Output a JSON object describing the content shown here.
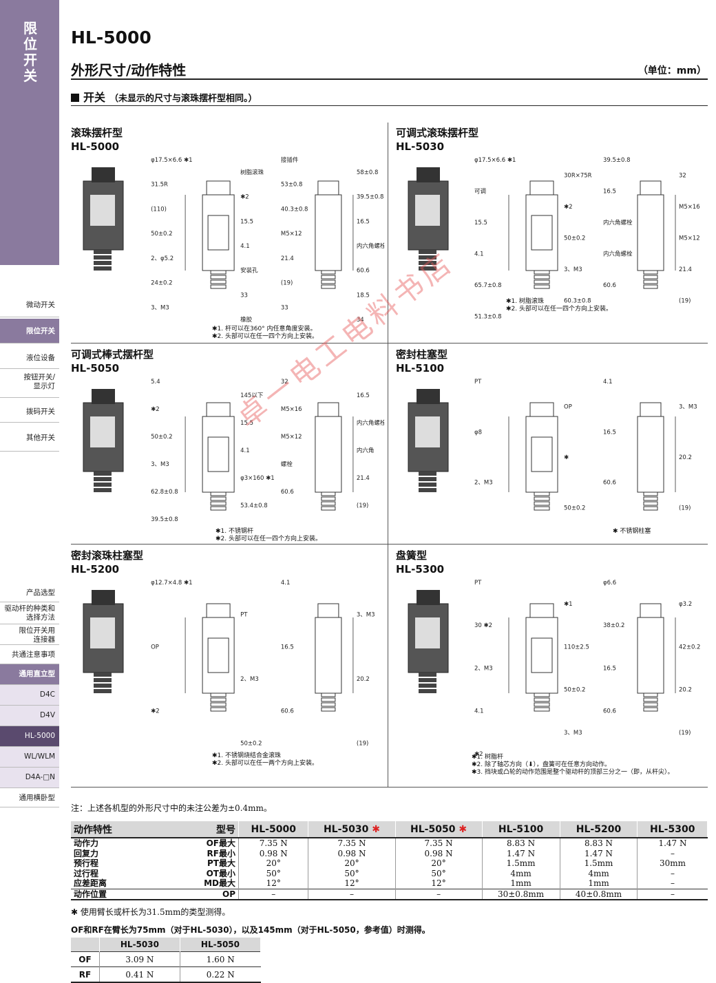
{
  "sidebar": {
    "tab_label": "限位开关",
    "nav_top": [
      "微动开关",
      "限位开关",
      "液位设备",
      "按钮开关/\n显示灯",
      "拨码开关",
      "其他开关"
    ],
    "nav_bottom": [
      "产品选型",
      "驱动杆的种类和\n选择方法",
      "限位开关用\n连接器",
      "共通注意事项",
      "通用直立型",
      "D4C",
      "D4V",
      "HL-5000",
      "WL/WLM",
      "D4A-□N",
      "通用横卧型"
    ]
  },
  "header": {
    "title": "HL-5000",
    "subtitle": "外形尺寸/动作特性",
    "unit": "（单位：mm）",
    "section": "开关",
    "section_note": "（未显示的尺寸与滚珠摆杆型相同。）"
  },
  "panels": [
    {
      "name": "滚珠摆杆型",
      "model": "HL-5000",
      "dims": [
        "φ17.5×6.6 ✱1",
        "树脂滚珠",
        "31.5R",
        "✱2",
        "(110)",
        "15.5",
        "50±0.2",
        "4.1",
        "2、φ5.2",
        "安装孔",
        "24±0.2",
        "33",
        "3、M3",
        "橡胶",
        "接插件",
        "58±0.8",
        "53±0.8",
        "39.5±0.8",
        "40.3±0.8",
        "16.5",
        "M5×12",
        "内六角螺栓",
        "21.4",
        "60.6",
        "(19)",
        "18.5",
        "33",
        "34"
      ],
      "notes": [
        "✱1. 杆可以在360° 内任意角度安装。",
        "✱2. 头部可以在任一四个方向上安装。"
      ]
    },
    {
      "name": "可调式滚珠摆杆型",
      "model": "HL-5030",
      "dims": [
        "φ17.5×6.6 ✱1",
        "30R×75R",
        "可调",
        "✱2",
        "15.5",
        "50±0.2",
        "4.1",
        "3、M3",
        "65.7±0.8",
        "60.3±0.8",
        "51.3±0.8",
        "39.5±0.8",
        "32",
        "16.5",
        "M5×16",
        "内六角螺栓",
        "M5×12",
        "内六角螺栓",
        "21.4",
        "60.6",
        "(19)"
      ],
      "notes": [
        "✱1. 树脂滚珠",
        "✱2. 头部可以在任一四个方向上安装。"
      ]
    },
    {
      "name": "可调式棒式摆杆型",
      "model": "HL-5050",
      "dims": [
        "5.4",
        "145以下",
        "✱2",
        "15.5",
        "50±0.2",
        "4.1",
        "3、M3",
        "φ3×160 ✱1",
        "62.8±0.8",
        "53.4±0.8",
        "39.5±0.8",
        "32",
        "16.5",
        "M5×16",
        "内六角螺栓",
        "M5×12",
        "内六角",
        "螺栓",
        "21.4",
        "60.6",
        "(19)"
      ],
      "notes": [
        "✱1. 不锈钢杆",
        "✱2. 头部可以在任一四个方向上安装。"
      ]
    },
    {
      "name": "密封柱塞型",
      "model": "HL-5100",
      "dims": [
        "PT",
        "OP",
        "φ8",
        "✱",
        "2、M3",
        "50±0.2",
        "4.1",
        "3、M3",
        "16.5",
        "20.2",
        "60.6",
        "(19)"
      ],
      "notes": [
        "✱ 不锈钢柱塞"
      ]
    },
    {
      "name": "密封滚珠柱塞型",
      "model": "HL-5200",
      "dims": [
        "φ12.7×4.8 ✱1",
        "PT",
        "OP",
        "2、M3",
        "✱2",
        "50±0.2",
        "4.1",
        "3、M3",
        "16.5",
        "20.2",
        "60.6",
        "(19)"
      ],
      "notes": [
        "✱1. 不锈钢烧结合金滚珠",
        "✱2. 头部可以在任一两个方向上安装。"
      ]
    },
    {
      "name": "盘簧型",
      "model": "HL-5300",
      "dims": [
        "PT",
        "✱1",
        "30 ✱2",
        "110±2.5",
        "2、M3",
        "50±0.2",
        "4.1",
        "3、M3",
        "✱2",
        "φ6.6",
        "φ3.2",
        "38±0.2",
        "42±0.2",
        "16.5",
        "20.2",
        "60.6",
        "(19)"
      ],
      "notes": [
        "✱1. 树脂杆",
        "✱2. 除了轴芯方向（⬇），盘簧可在任意方向动作。",
        "✱3. 挡块或凸轮的动作范围是整个驱动杆的顶部三分之一（即，从杆尖）。"
      ]
    }
  ],
  "tolerance_note": "注：上述各机型的外形尺寸中的未注公差为±0.4mm。",
  "char_table": {
    "header_label": "动作特性",
    "header_model": "型号",
    "models": [
      "HL-5000",
      "HL-5030 ✱",
      "HL-5050 ✱",
      "HL-5100",
      "HL-5200",
      "HL-5300"
    ],
    "rows": [
      {
        "label": "动作力",
        "code": "OF最大",
        "values": [
          "7.35 N",
          "7.35 N",
          "7.35 N",
          "8.83 N",
          "8.83 N",
          "1.47 N"
        ]
      },
      {
        "label": "回复力",
        "code": "RF最小",
        "values": [
          "0.98 N",
          "0.98 N",
          "0.98 N",
          "1.47 N",
          "1.47 N",
          "–"
        ]
      },
      {
        "label": "预行程",
        "code": "PT最大",
        "values": [
          "20°",
          "20°",
          "20°",
          "1.5mm",
          "1.5mm",
          "30mm"
        ]
      },
      {
        "label": "过行程",
        "code": "OT最小",
        "values": [
          "50°",
          "50°",
          "50°",
          "4mm",
          "4mm",
          "–"
        ]
      },
      {
        "label": "应差距离",
        "code": "MD最大",
        "values": [
          "12°",
          "12°",
          "12°",
          "1mm",
          "1mm",
          "–"
        ]
      },
      {
        "label": "动作位置",
        "code": "OP",
        "values": [
          "–",
          "–",
          "–",
          "30±0.8mm",
          "40±0.8mm",
          "–"
        ]
      }
    ]
  },
  "footnote1": "✱ 使用臂长或杆长为31.5mm的类型测得。",
  "footnote2": "OF和RF在臂长为75mm（对于HL-5030），以及145mm（对于HL-5050，参考值）时测得。",
  "of_table": {
    "headers": [
      "",
      "HL-5030",
      "HL-5050"
    ],
    "rows": [
      {
        "label": "OF",
        "values": [
          "3.09 N",
          "1.60 N"
        ]
      },
      {
        "label": "RF",
        "values": [
          "0.41 N",
          "0.22 N"
        ]
      }
    ]
  },
  "watermark": "卓一电工电料书店",
  "colors": {
    "sidebar": "#8a7a9e",
    "sidebar_dark": "#5a4a6e",
    "sidebar_light": "#e8e2ee",
    "table_header": "#d8d8d8",
    "asterisk_red": "#d22"
  }
}
